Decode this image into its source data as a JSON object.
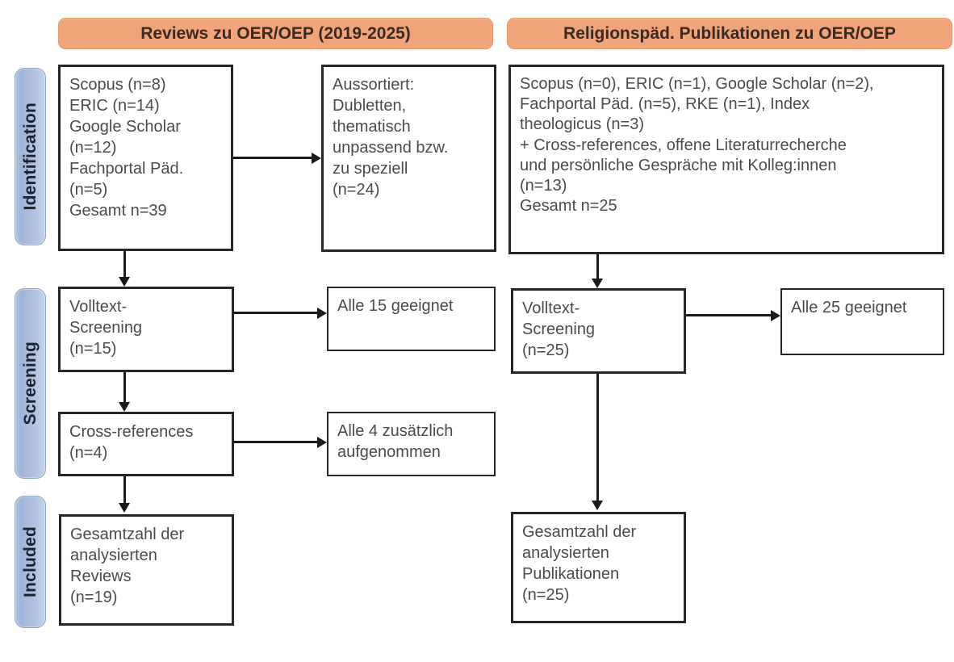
{
  "figure": {
    "type": "prisma-flow-diagram",
    "stages": [
      {
        "id": "identification",
        "label": "Identification"
      },
      {
        "id": "screening",
        "label": "Screening"
      },
      {
        "id": "included",
        "label": "Included"
      }
    ],
    "columns": [
      {
        "id": "reviews",
        "header": "Reviews zu OER/OEP (2019-2025)"
      },
      {
        "id": "religionspaed",
        "header": "Religionspäd. Publikationen zu OER/OEP"
      }
    ],
    "colors": {
      "header_fill": "#f0a479",
      "header_text": "#3a2a22",
      "stage_fill": "#aebfdd",
      "stage_text": "#1c2430",
      "box_border": "#262626",
      "box_text": "#4b4b4b",
      "connector": "#1a1a1a",
      "page_background": "#ffffff"
    },
    "boxes": {
      "left_identification_sources": "Scopus (n=8)\nERIC (n=14)\nGoogle Scholar\n(n=12)\nFachportal Päd.\n(n=5)\nGesamt n=39",
      "left_excluded": "Aussortiert:\nDubletten,\nthematisch\nunpassend bzw.\nzu speziell\n(n=24)",
      "left_fulltext_screening": "Volltext-\nScreening\n(n=15)",
      "left_fulltext_result": "Alle 15 geeignet",
      "left_cross_references": "Cross-references\n(n=4)",
      "left_cross_references_result": "Alle 4 zusätzlich\naufgenommen",
      "left_included_total": "Gesamtzahl der\nanalysierten\nReviews\n(n=19)",
      "right_identification_sources": "Scopus (n=0), ERIC (n=1), Google Scholar (n=2),\nFachportal Päd. (n=5), RKE (n=1), Index\ntheologicus (n=3)\n+ Cross-references, offene Literaturrecherche\nund persönliche Gespräche mit Kolleg:innen\n(n=13)\nGesamt n=25",
      "right_fulltext_screening": "Volltext-\nScreening\n(n=25)",
      "right_fulltext_result": "Alle 25 geeignet",
      "right_included_total": "Gesamtzahl der\nanalysierten\nPublikationen\n(n=25)"
    },
    "counts": {
      "left_scopus": 8,
      "left_eric": 14,
      "left_google_scholar": 12,
      "left_fachportal": 5,
      "left_total_identified": 39,
      "left_excluded": 24,
      "left_fulltext_screened": 15,
      "left_cross_references": 4,
      "left_included": 19,
      "right_scopus": 0,
      "right_eric": 1,
      "right_google_scholar": 2,
      "right_fachportal": 5,
      "right_rke": 1,
      "right_index_theologicus": 3,
      "right_additional": 13,
      "right_total_identified": 25,
      "right_fulltext_screened": 25,
      "right_included": 25
    }
  }
}
